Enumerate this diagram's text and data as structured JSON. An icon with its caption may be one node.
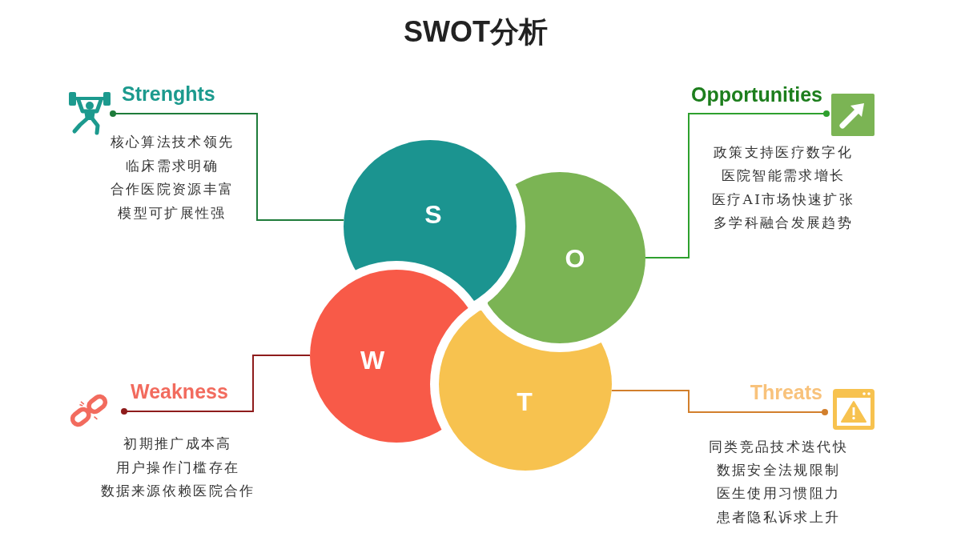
{
  "diagram": {
    "title": "SWOT分析",
    "nodes": [
      {
        "text": [
          "Strenghts"
        ],
        "beside": [
          "核心算法技术领先",
          "临床需求明确",
          "合作医院资源丰富",
          "模型可扩展性强"
        ]
      },
      {
        "text": [
          "Opportunities"
        ],
        "beside": [
          "政策支持医疗数字化",
          "医院智能需求增长",
          "医疗AI市场快速扩张",
          "多学科融合发展趋势"
        ]
      },
      {
        "text": [
          "S"
        ]
      },
      {
        "text": [
          "O"
        ]
      },
      {
        "text": [
          "W"
        ]
      },
      {
        "text": [
          "T"
        ]
      },
      {
        "text": [
          "Weakness"
        ],
        "beside": [
          "初期推广成本高",
          "用户操作门槛存在",
          "数据来源依赖医院合作"
        ]
      },
      {
        "text": [
          "Threats"
        ],
        "beside": [
          "同类竞品技术迭代快",
          "数据安全法规限制",
          "医生使用习惯阻力",
          "患者隐私诉求上升"
        ]
      }
    ],
    "edges": [
      {
        "from": 2,
        "to": 0,
        "arrow": "other",
        "color": "#1e7b3a"
      },
      {
        "from": 3,
        "to": 1,
        "arrow": "other",
        "color": "#2ea02e"
      },
      {
        "from": 4,
        "to": 6,
        "arrow": "other",
        "color": "#8e1b1b"
      },
      {
        "from": 5,
        "to": 7,
        "arrow": "other",
        "color": "#d27f2c"
      }
    ]
  }
}
